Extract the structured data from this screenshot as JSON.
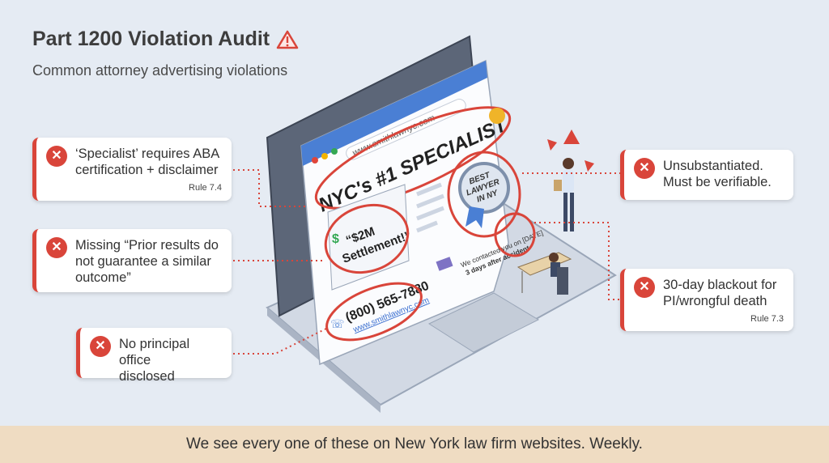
{
  "header": {
    "title": "Part 1200 Violation Audit",
    "subtitle": "Common attorney advertising violations",
    "warning_icon": "warning-triangle-icon"
  },
  "illustration": {
    "url": "www.smithlawnyc.com",
    "headline": "NYC's #1 SPECIALIST",
    "badge": [
      "BEST",
      "LAWYER",
      "IN NY"
    ],
    "testimonial": [
      "“$2M",
      "Settlement!”"
    ],
    "solicitation": [
      "We contacted you on [DATE]",
      "3 days after accident"
    ],
    "phone": "(800) 565-7880",
    "site": "www.smithlawnyc.com"
  },
  "violations": [
    {
      "text": "‘Specialist’ requires ABA certification + disclaimer",
      "rule": "Rule 7.4"
    },
    {
      "text": "Missing “Prior results do not guarantee a similar outcome”",
      "rule": ""
    },
    {
      "text": "No principal office disclosed",
      "rule": ""
    },
    {
      "text": "Unsubstantiated. Must be verifiable.",
      "rule": ""
    },
    {
      "text": "30-day blackout for PI/wrongful death",
      "rule": "Rule 7.3"
    }
  ],
  "footer": {
    "text": "We see every one of these on New York law firm websites. Weekly."
  },
  "colors": {
    "accent": "#d9453a",
    "background": "#e5ebf3",
    "footer": "#efdcc2",
    "browser": "#4a7fd4"
  }
}
